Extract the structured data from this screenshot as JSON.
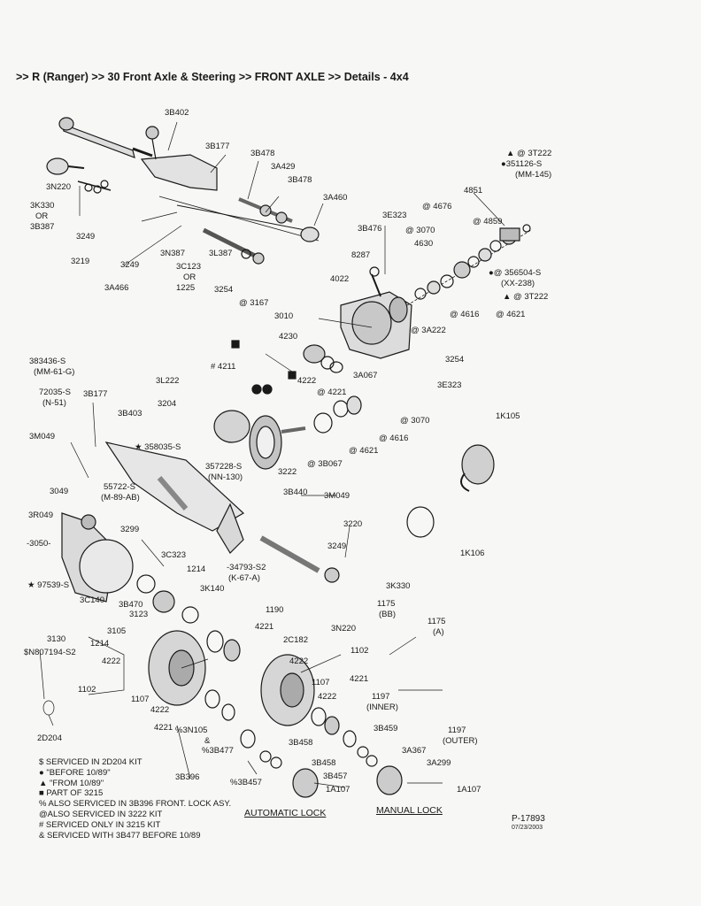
{
  "breadcrumb": ">> R (Ranger) >> 30 Front Axle & Steering >> FRONT AXLE >> Details - 4x4",
  "labels": [
    {
      "id": "3B402",
      "t": "3B402"
    },
    {
      "id": "3B177a",
      "t": "3B177"
    },
    {
      "id": "3B478a",
      "t": "3B478"
    },
    {
      "id": "3A429",
      "t": "3A429"
    },
    {
      "id": "3B478b",
      "t": "3B478"
    },
    {
      "id": "3A460",
      "t": "3A460"
    },
    {
      "id": "3N220a",
      "t": "3N220"
    },
    {
      "id": "3K330a",
      "t": "3K330"
    },
    {
      "id": "ORa",
      "t": "OR"
    },
    {
      "id": "3B387",
      "t": "3B387"
    },
    {
      "id": "3249a",
      "t": "3249"
    },
    {
      "id": "3219",
      "t": "3219"
    },
    {
      "id": "3N387",
      "t": "3N387"
    },
    {
      "id": "3L387",
      "t": "3L387"
    },
    {
      "id": "3249b",
      "t": "3249"
    },
    {
      "id": "3A466",
      "t": "3A466"
    },
    {
      "id": "3C123",
      "t": "3C123"
    },
    {
      "id": "ORb",
      "t": "OR"
    },
    {
      "id": "1225",
      "t": "1225"
    },
    {
      "id": "3254a",
      "t": "3254"
    },
    {
      "id": "3167",
      "t": "@ 3167"
    },
    {
      "id": "3T222a",
      "t": "▲ @ 3T222"
    },
    {
      "id": "351126",
      "t": "●351126-S"
    },
    {
      "id": "MM145",
      "t": "(MM-145)"
    },
    {
      "id": "4851",
      "t": "4851"
    },
    {
      "id": "3E323a",
      "t": "3E323"
    },
    {
      "id": "4676",
      "t": "@ 4676"
    },
    {
      "id": "4859",
      "t": "@ 4859"
    },
    {
      "id": "3B476",
      "t": "3B476"
    },
    {
      "id": "3070a",
      "t": "@ 3070"
    },
    {
      "id": "4630",
      "t": "4630"
    },
    {
      "id": "8287",
      "t": "8287"
    },
    {
      "id": "356504",
      "t": "●@ 356504-S"
    },
    {
      "id": "XX238",
      "t": "(XX-238)"
    },
    {
      "id": "3T222b",
      "t": "▲ @ 3T222"
    },
    {
      "id": "4621a",
      "t": "@ 4621"
    },
    {
      "id": "4022",
      "t": "4022"
    },
    {
      "id": "4616a",
      "t": "@ 4616"
    },
    {
      "id": "3010",
      "t": "3010"
    },
    {
      "id": "3A222",
      "t": "@ 3A222"
    },
    {
      "id": "4230",
      "t": "4230"
    },
    {
      "id": "3254b",
      "t": "3254"
    },
    {
      "id": "3E323b",
      "t": "3E323"
    },
    {
      "id": "383436",
      "t": "383436-S"
    },
    {
      "id": "MM61G",
      "t": "(MM-61-G)"
    },
    {
      "id": "4211",
      "t": "# 4211"
    },
    {
      "id": "3L222",
      "t": "3L222"
    },
    {
      "id": "4222a",
      "t": "4222"
    },
    {
      "id": "4221a",
      "t": "@ 4221"
    },
    {
      "id": "3A067",
      "t": "3A067"
    },
    {
      "id": "72035",
      "t": "72035-S"
    },
    {
      "id": "N51",
      "t": "(N-51)"
    },
    {
      "id": "3B177b",
      "t": "3B177"
    },
    {
      "id": "3204",
      "t": "3204"
    },
    {
      "id": "3070b",
      "t": "@ 3070"
    },
    {
      "id": "1K105",
      "t": "1K105"
    },
    {
      "id": "3B403",
      "t": "3B403"
    },
    {
      "id": "4616b",
      "t": "@ 4616"
    },
    {
      "id": "3M049a",
      "t": "3M049"
    },
    {
      "id": "358035",
      "t": "★ 358035-S"
    },
    {
      "id": "4621b",
      "t": "@ 4621"
    },
    {
      "id": "3B067",
      "t": "@ 3B067"
    },
    {
      "id": "3222",
      "t": "3222"
    },
    {
      "id": "357228",
      "t": "357228-S"
    },
    {
      "id": "NN130",
      "t": "(NN-130)"
    },
    {
      "id": "3049",
      "t": "3049"
    },
    {
      "id": "55722",
      "t": "55722-S"
    },
    {
      "id": "M89AB",
      "t": "(M-89-AB)"
    },
    {
      "id": "3B440",
      "t": "3B440"
    },
    {
      "id": "3M049b",
      "t": "3M049"
    },
    {
      "id": "3R049",
      "t": "3R049"
    },
    {
      "id": "3220",
      "t": "3220"
    },
    {
      "id": "3050",
      "t": "-3050-"
    },
    {
      "id": "3299",
      "t": "3299"
    },
    {
      "id": "3249c",
      "t": "3249"
    },
    {
      "id": "1K106",
      "t": "1K106"
    },
    {
      "id": "3C323",
      "t": "3C323"
    },
    {
      "id": "1214a",
      "t": "1214"
    },
    {
      "id": "34793",
      "t": "-34793-S2"
    },
    {
      "id": "K67A",
      "t": "(K-67-A)"
    },
    {
      "id": "97539",
      "t": "★ 97539-S"
    },
    {
      "id": "3K140",
      "t": "3K140"
    },
    {
      "id": "3K330b",
      "t": "3K330"
    },
    {
      "id": "1175BB",
      "t": "1175"
    },
    {
      "id": "BB",
      "t": "(BB)"
    },
    {
      "id": "3C140",
      "t": "3C140"
    },
    {
      "id": "3B470",
      "t": "3B470"
    },
    {
      "id": "3123",
      "t": "3123"
    },
    {
      "id": "1190",
      "t": "1190"
    },
    {
      "id": "3105",
      "t": "3105"
    },
    {
      "id": "1214b",
      "t": "1214"
    },
    {
      "id": "4221b",
      "t": "4221"
    },
    {
      "id": "3N220b",
      "t": "3N220"
    },
    {
      "id": "1175A",
      "t": "1175"
    },
    {
      "id": "A",
      "t": "(A)"
    },
    {
      "id": "3130",
      "t": "3130"
    },
    {
      "id": "2C182",
      "t": "2C182"
    },
    {
      "id": "N807194",
      "t": "$N807194-S2"
    },
    {
      "id": "4222b",
      "t": "4222"
    },
    {
      "id": "1102a",
      "t": "1102"
    },
    {
      "id": "4222c",
      "t": "4222"
    },
    {
      "id": "1102b",
      "t": "1102"
    },
    {
      "id": "1107a",
      "t": "1107"
    },
    {
      "id": "4221c",
      "t": "4221"
    },
    {
      "id": "1107b",
      "t": "1107"
    },
    {
      "id": "4222d",
      "t": "4222"
    },
    {
      "id": "1197in",
      "t": "1197"
    },
    {
      "id": "INNER",
      "t": "(INNER)"
    },
    {
      "id": "4222e",
      "t": "4222"
    },
    {
      "id": "4221d",
      "t": "4221"
    },
    {
      "id": "3N105",
      "t": "%3N105"
    },
    {
      "id": "3B459",
      "t": "3B459"
    },
    {
      "id": "1197out",
      "t": "1197"
    },
    {
      "id": "OUTER",
      "t": "(OUTER)"
    },
    {
      "id": "2D204",
      "t": "2D204"
    },
    {
      "id": "amp",
      "t": "&"
    },
    {
      "id": "3B458a",
      "t": "3B458"
    },
    {
      "id": "3B477",
      "t": "%3B477"
    },
    {
      "id": "3A367",
      "t": "3A367"
    },
    {
      "id": "3B458b",
      "t": "3B458"
    },
    {
      "id": "3A299",
      "t": "3A299"
    },
    {
      "id": "3B457a",
      "t": "3B457"
    },
    {
      "id": "3B396",
      "t": "3B396"
    },
    {
      "id": "3B457b",
      "t": "%3B457"
    },
    {
      "id": "1A107a",
      "t": "1A107"
    },
    {
      "id": "1A107b",
      "t": "1A107"
    }
  ],
  "legend": [
    "$  SERVICED IN 2D204 KIT",
    "●  \"BEFORE 10/89\"",
    "▲  \"FROM 10/89\"",
    "■  PART OF 3215",
    "% ALSO SERVICED IN  3B396  FRONT. LOCK ASY.",
    "@ALSO SERVICED IN 3222 KIT",
    "# SERVICED ONLY IN 3215 KIT",
    "& SERVICED WITH 3B477 BEFORE 10/89"
  ],
  "captions": {
    "automatic": "AUTOMATIC LOCK",
    "manual": "MANUAL LOCK"
  },
  "part_number": "P-17893",
  "date": "07/23/2003"
}
